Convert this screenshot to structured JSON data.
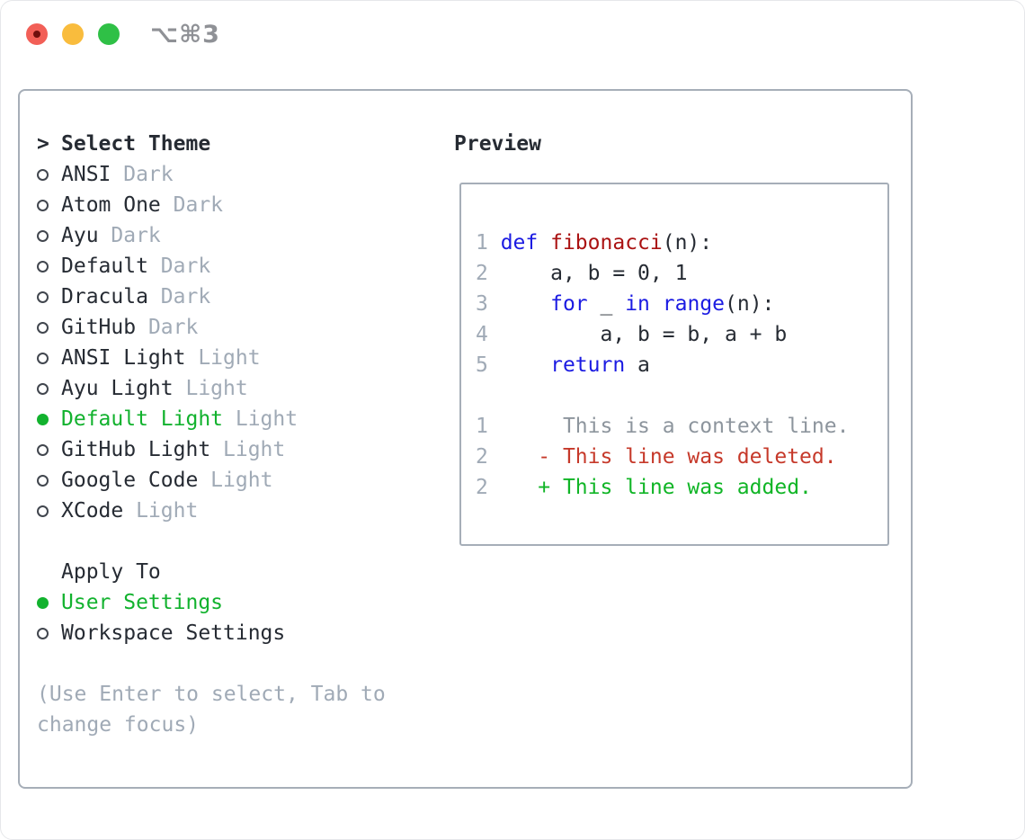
{
  "window": {
    "shortcut": "⌥⌘3"
  },
  "colors": {
    "selection_green": "#12b22e",
    "keyword_blue": "#1b1be2",
    "function_red": "#aa1212",
    "deleted_red": "#c6392a",
    "added_green": "#10b526",
    "muted_gray": "#a0aab6",
    "context_gray": "#8d959d",
    "panel_border": "#a6aeb8",
    "text": "#262b33",
    "traffic_red": "#f25f57",
    "traffic_yellow": "#f9bc3d",
    "traffic_green": "#2fc046"
  },
  "theme_list": {
    "prompt": ">",
    "header": "Select Theme",
    "items": [
      {
        "name": "ANSI",
        "tag": "Dark",
        "selected": false
      },
      {
        "name": "Atom One",
        "tag": "Dark",
        "selected": false
      },
      {
        "name": "Ayu",
        "tag": "Dark",
        "selected": false
      },
      {
        "name": "Default",
        "tag": "Dark",
        "selected": false
      },
      {
        "name": "Dracula",
        "tag": "Dark",
        "selected": false
      },
      {
        "name": "GitHub",
        "tag": "Dark",
        "selected": false
      },
      {
        "name": "ANSI Light",
        "tag": "Light",
        "selected": false
      },
      {
        "name": "Ayu Light",
        "tag": "Light",
        "selected": false
      },
      {
        "name": "Default Light",
        "tag": "Light",
        "selected": true
      },
      {
        "name": "GitHub Light",
        "tag": "Light",
        "selected": false
      },
      {
        "name": "Google Code",
        "tag": "Light",
        "selected": false
      },
      {
        "name": "XCode",
        "tag": "Light",
        "selected": false
      }
    ]
  },
  "apply_to": {
    "header": "Apply To",
    "items": [
      {
        "name": "User Settings",
        "selected": true
      },
      {
        "name": "Workspace Settings",
        "selected": false
      }
    ]
  },
  "help": {
    "line1": "(Use Enter to select, Tab to",
    "line2": "change focus)"
  },
  "preview": {
    "header": "Preview",
    "lines": [
      {
        "tokens": [
          {
            "t": "1 ",
            "c": "num"
          },
          {
            "t": "def",
            "c": "kw"
          },
          {
            "t": " ",
            "c": "pl"
          },
          {
            "t": "fibonacci",
            "c": "fn"
          },
          {
            "t": "(n):",
            "c": "pl"
          }
        ]
      },
      {
        "tokens": [
          {
            "t": "2 ",
            "c": "num"
          },
          {
            "t": "    a, b = 0, 1",
            "c": "pl"
          }
        ]
      },
      {
        "tokens": [
          {
            "t": "3 ",
            "c": "num"
          },
          {
            "t": "    ",
            "c": "pl"
          },
          {
            "t": "for",
            "c": "kw"
          },
          {
            "t": " _ ",
            "c": "pl"
          },
          {
            "t": "in",
            "c": "kw"
          },
          {
            "t": " ",
            "c": "pl"
          },
          {
            "t": "range",
            "c": "kw"
          },
          {
            "t": "(n):",
            "c": "pl"
          }
        ]
      },
      {
        "tokens": [
          {
            "t": "4 ",
            "c": "num"
          },
          {
            "t": "        a, b = b, a + b",
            "c": "pl"
          }
        ]
      },
      {
        "tokens": [
          {
            "t": "5 ",
            "c": "num"
          },
          {
            "t": "    ",
            "c": "pl"
          },
          {
            "t": "return",
            "c": "kw"
          },
          {
            "t": " a",
            "c": "pl"
          }
        ]
      },
      {
        "tokens": []
      },
      {
        "tokens": [
          {
            "t": "1",
            "c": "num"
          },
          {
            "t": "      ",
            "c": "pl"
          },
          {
            "t": "This is a context line.",
            "c": "ctx"
          }
        ]
      },
      {
        "tokens": [
          {
            "t": "2",
            "c": "num"
          },
          {
            "t": "    ",
            "c": "pl"
          },
          {
            "t": "- This line was deleted.",
            "c": "del"
          }
        ]
      },
      {
        "tokens": [
          {
            "t": "2",
            "c": "num"
          },
          {
            "t": "    ",
            "c": "pl"
          },
          {
            "t": "+ This line was added.",
            "c": "add"
          }
        ]
      }
    ]
  }
}
